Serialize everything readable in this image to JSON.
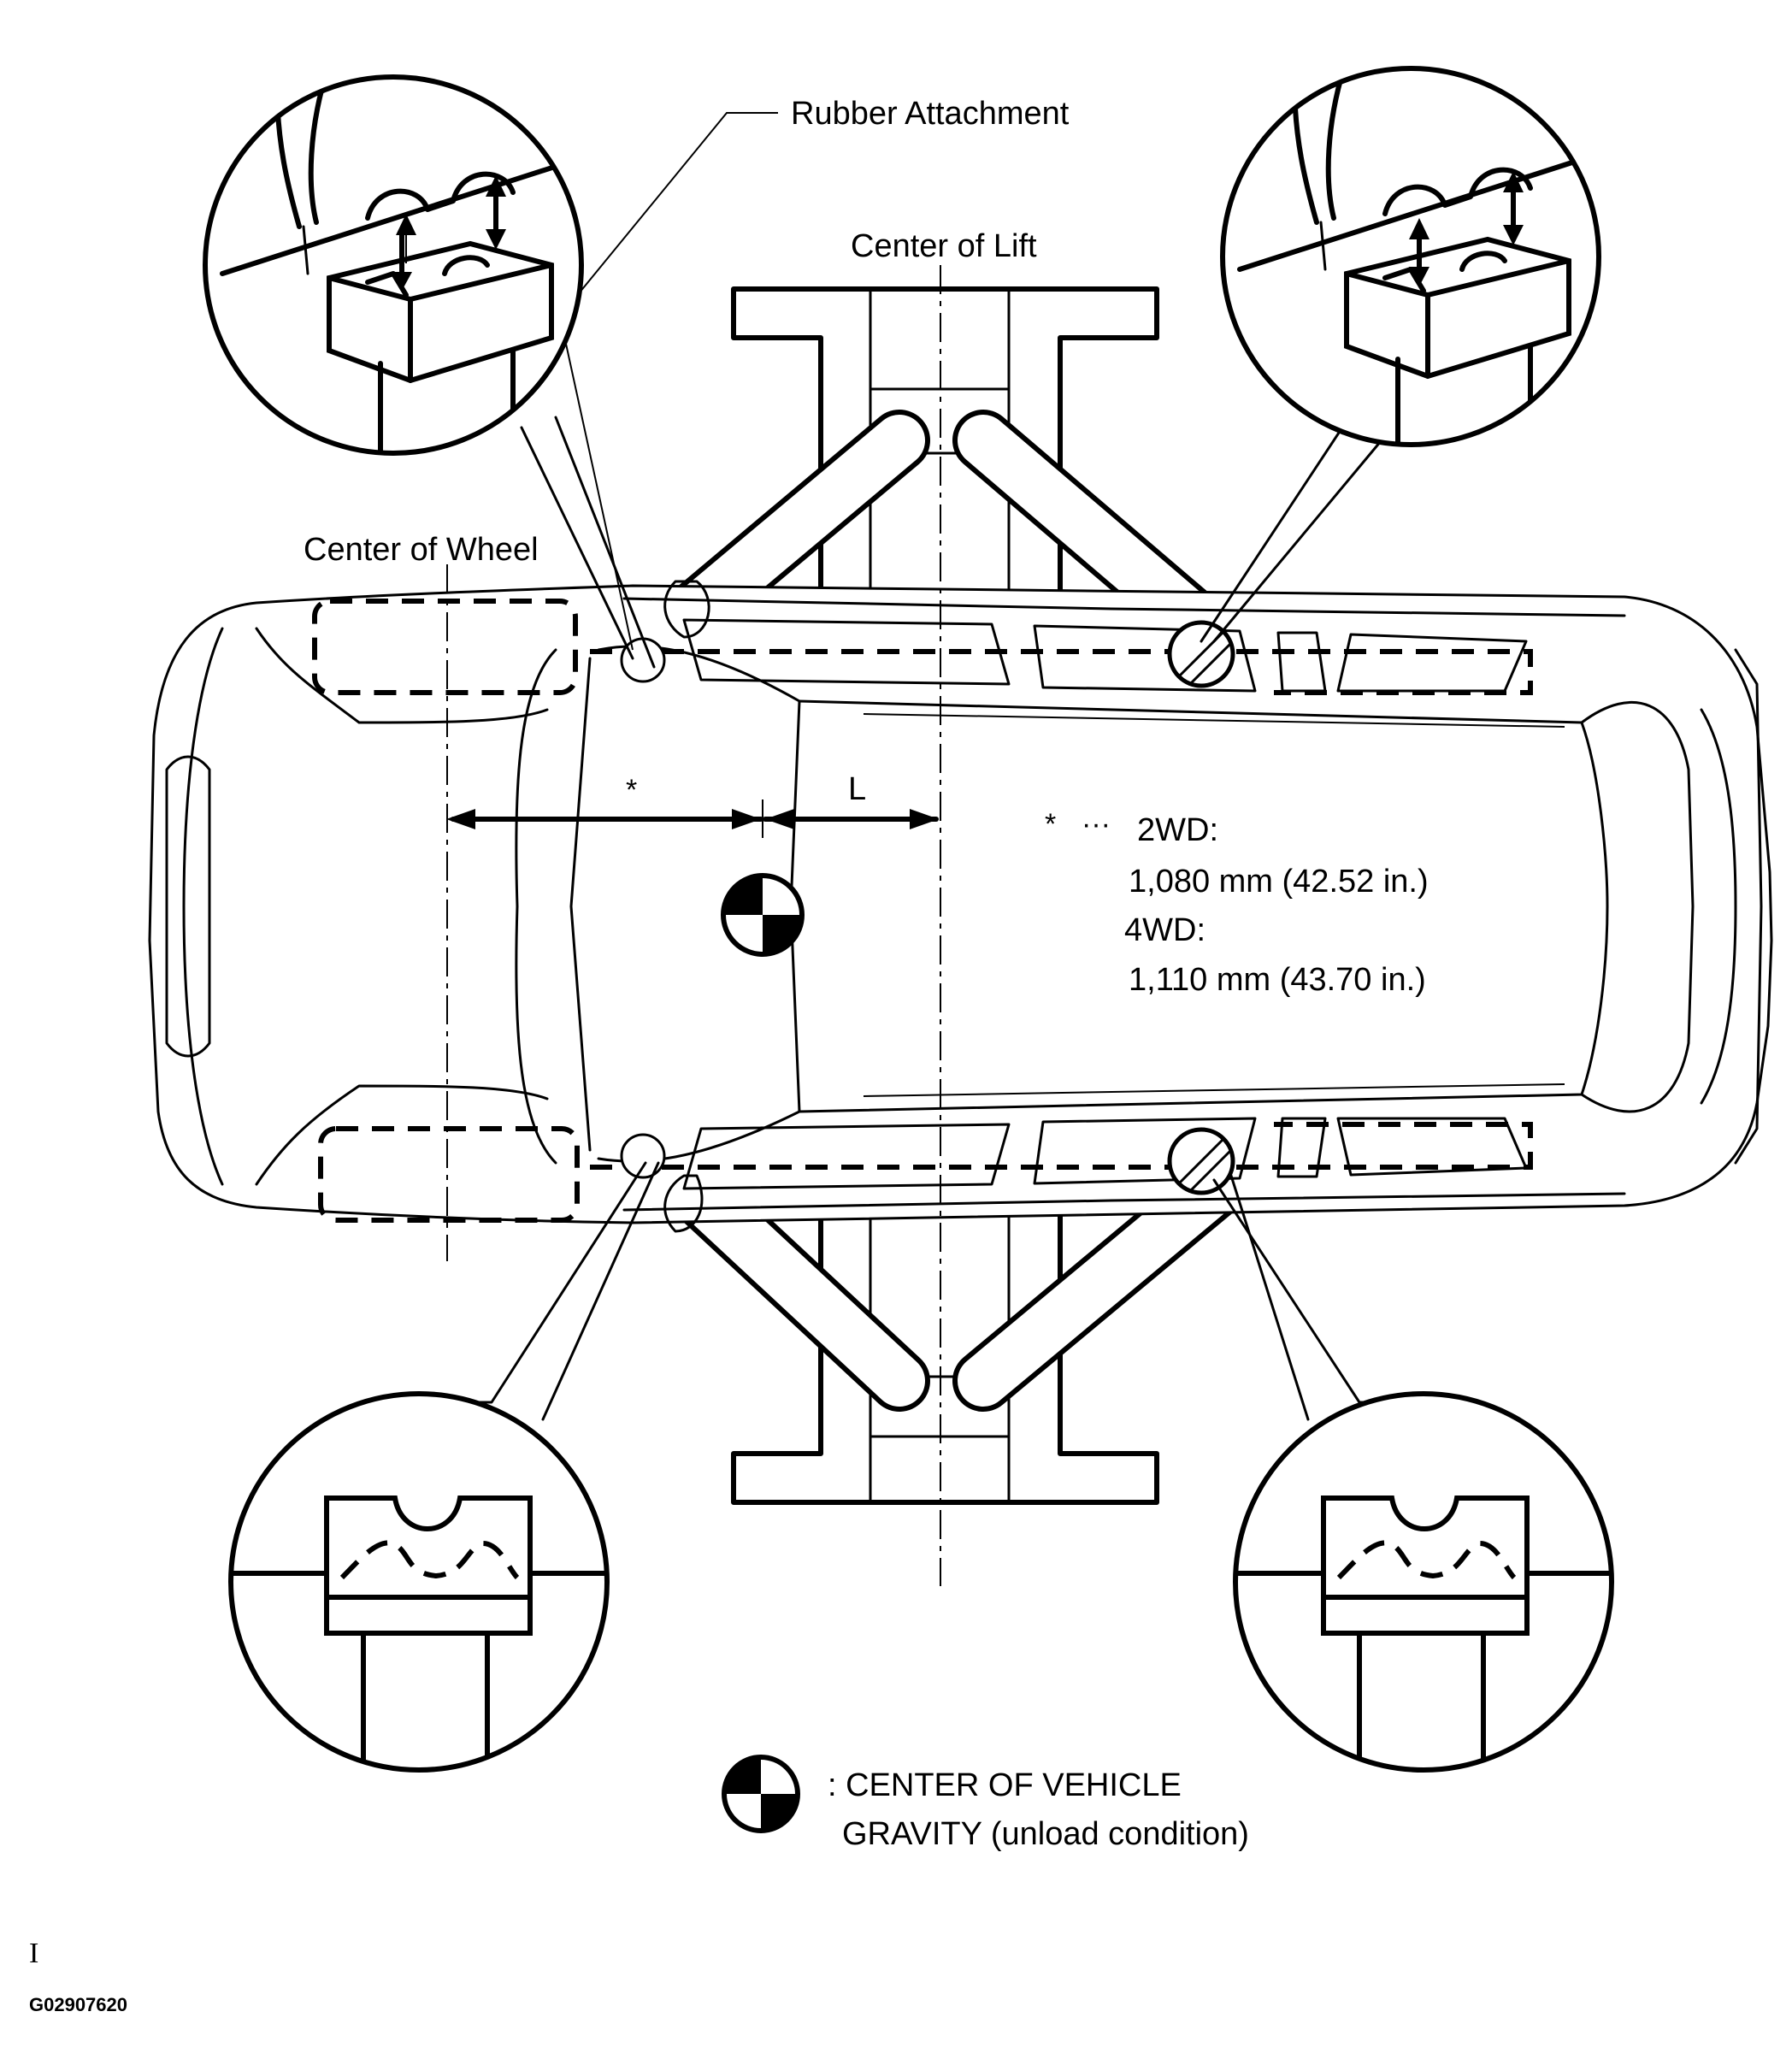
{
  "labels": {
    "rubber_attachment": "Rubber Attachment",
    "center_of_lift": "Center of Lift",
    "center_of_wheel": "Center of Wheel",
    "dim_star": "*",
    "dim_L": "L"
  },
  "spec": {
    "marker": "*",
    "dots": "···",
    "line1": "2WD:",
    "line2": "1,080 mm (42.52 in.)",
    "line3": "4WD:",
    "line4": "1,110 mm (43.70 in.)"
  },
  "legend": {
    "line1": ": CENTER OF VEHICLE",
    "line2": "GRAVITY (unload condition)",
    "icon": "center-of-gravity-icon"
  },
  "footer": {
    "mark": "I",
    "code": "G02907620"
  }
}
